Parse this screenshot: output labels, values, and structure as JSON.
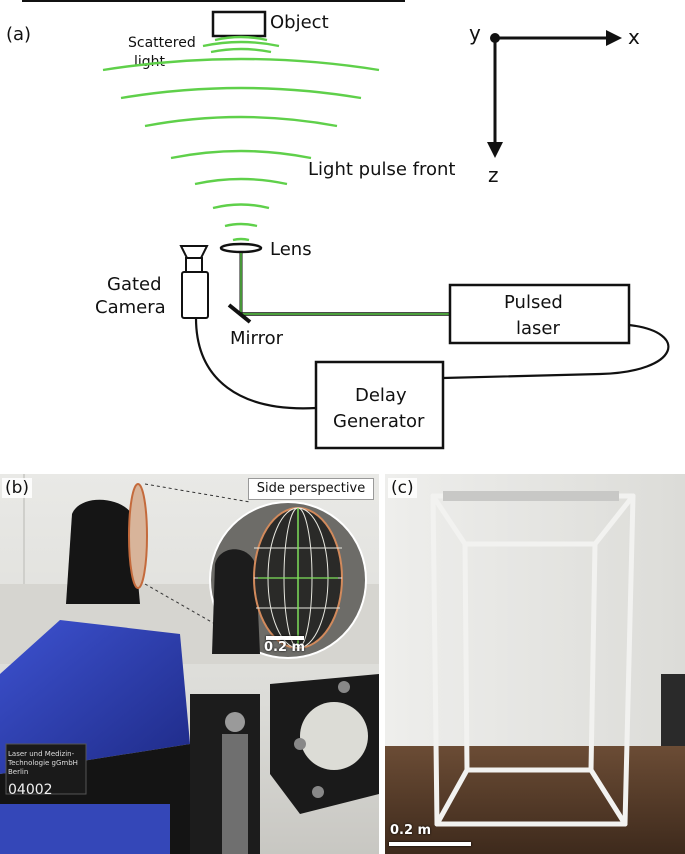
{
  "panel_a": {
    "label": "(a)",
    "object": "Object",
    "scattered_light": [
      "Scattered",
      "light"
    ],
    "light_pulse_front": "Light pulse front",
    "lens": "Lens",
    "gated_camera": [
      "Gated",
      "Camera"
    ],
    "mirror": "Mirror",
    "pulsed_laser": [
      "Pulsed",
      "laser"
    ],
    "delay_generator": [
      "Delay",
      "Generator"
    ],
    "axis_y": "y",
    "axis_x": "x",
    "axis_z": "z"
  },
  "panel_b": {
    "label": "(b)",
    "inset_title": "Side perspective",
    "scale": "0.2 m",
    "device_label_1": "Laser und Medizin-",
    "device_label_2": "Technologie gGmbH Berlin",
    "device_number": "04002"
  },
  "panel_c": {
    "label": "(c)",
    "scale": "0.2 m"
  },
  "colors": {
    "wave_green": "#5fd04a",
    "laser_body_blue": "#2d3fb0",
    "line_black": "#111111"
  }
}
